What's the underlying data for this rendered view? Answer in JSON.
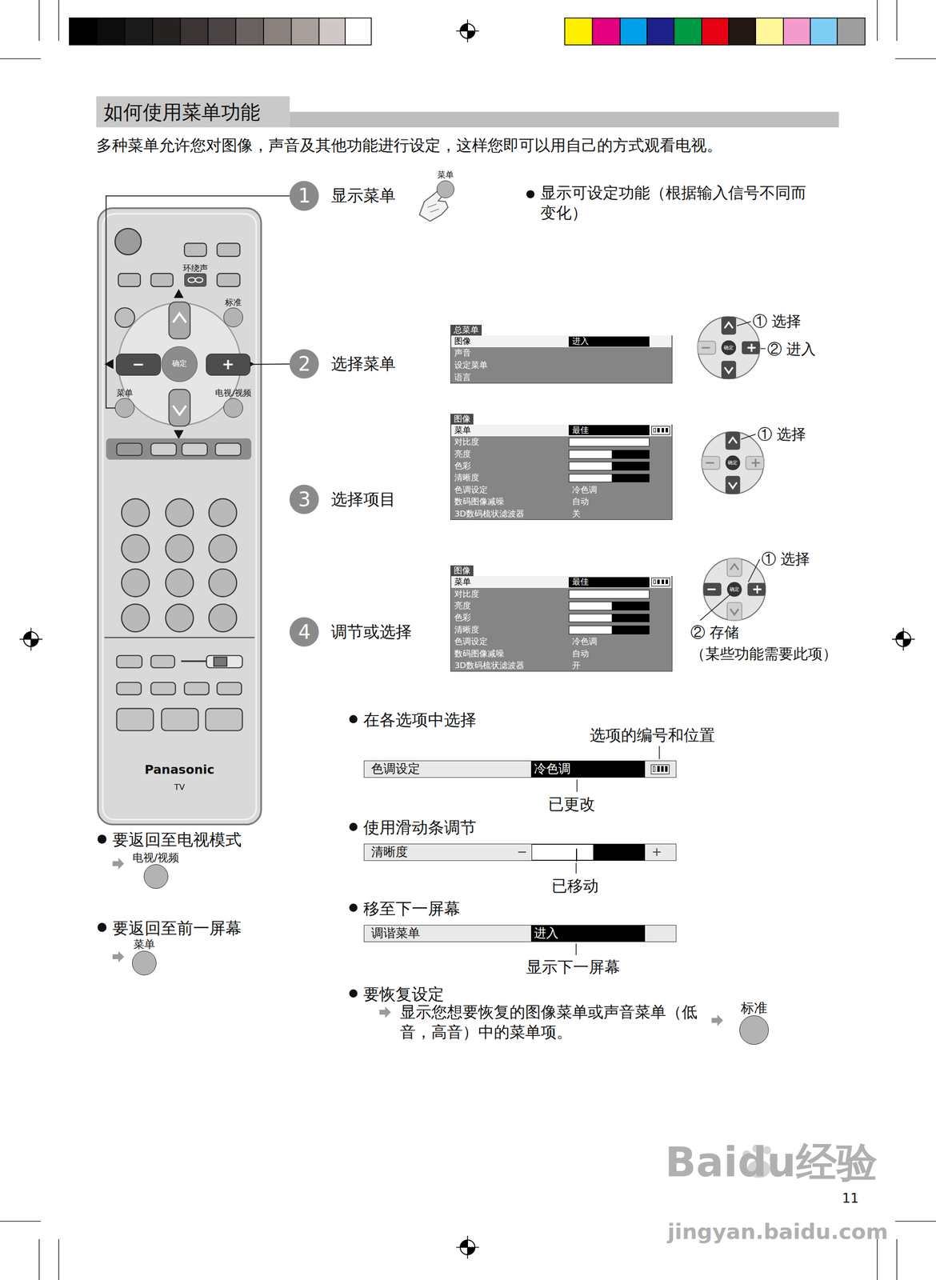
{
  "diagram": {
    "title": "如何使用菜单功能",
    "nodes": [
      {
        "text": [
          "Panasonic",
          "TV"
        ]
      },
      {
        "text": [
          "环绕声"
        ],
        "in": 0
      },
      {
        "text": [
          "标准"
        ],
        "in": 0
      },
      {
        "text": [
          "−"
        ],
        "in": 0
      },
      {
        "text": [
          "确定"
        ],
        "in": 0
      },
      {
        "text": [
          "+"
        ],
        "in": 0
      },
      {
        "text": [
          "菜单"
        ],
        "in": 0
      },
      {
        "text": [
          "电视/视频"
        ],
        "in": 0
      },
      {
        "text": [
          "1",
          "显示菜单"
        ]
      },
      {
        "text": [
          "菜单"
        ]
      },
      {
        "text": [
          "2",
          "选择菜单"
        ]
      },
      {
        "text": [
          "总菜单",
          "图像",
          "进入",
          "声音",
          "设定菜单",
          "语言"
        ]
      },
      {
        "text": [
          "3",
          "选择项目"
        ]
      },
      {
        "text": [
          "图像",
          "菜单",
          "最佳",
          "对比度",
          "亮度",
          "色彩",
          "清晰度",
          "色调设定",
          "冷色调",
          "数码图像减噪",
          "自动",
          "3D数码梳状滤波器",
          "关"
        ]
      },
      {
        "text": [
          "4",
          "调节或选择"
        ]
      },
      {
        "text": [
          "图像",
          "菜单",
          "最佳",
          "对比度",
          "亮度",
          "色彩",
          "清晰度",
          "色调设定",
          "冷色调",
          "数码图像减噪",
          "自动",
          "3D数码梳状滤波器",
          "开"
        ]
      },
      {
        "text": [
          "色调设定",
          "冷色调"
        ]
      },
      {
        "text": [
          "清晰度",
          "−",
          "+"
        ]
      },
      {
        "text": [
          "调谐菜单",
          "进入"
        ]
      },
      {
        "text": [
          "电视/视频"
        ]
      },
      {
        "text": [
          "菜单"
        ]
      },
      {
        "text": [
          "标准"
        ]
      }
    ],
    "edges": [
      {
        "from": 6,
        "to": 8,
        "arrow": "none"
      },
      {
        "from": 5,
        "to": 10,
        "arrow": "none"
      }
    ],
    "labels": [
      "多种菜单允许您对图像，声音及其他功能进行设定，这样您即可以用自己的方式观看电视。",
      "显示可设定功能（根据输入信号不同而变化）",
      "确定",
      "① 选择",
      "② 进入",
      "确定",
      "① 选择",
      "确定",
      "① 选择",
      "② 存储",
      "（某些功能需要此项）",
      "在各选项中选择",
      "选项的编号和位置",
      "已更改",
      "使用滑动条调节",
      "已移动",
      "移至下一屏幕",
      "显示下一屏幕",
      "要恢复设定",
      "显示您想要恢复的图像菜单或声音菜单（低音，高音）中的菜单项。",
      "要返回至电视模式",
      "要返回至前一屏幕",
      "11",
      "Baidu经验",
      "jingyan.baidu.com"
    ]
  }
}
